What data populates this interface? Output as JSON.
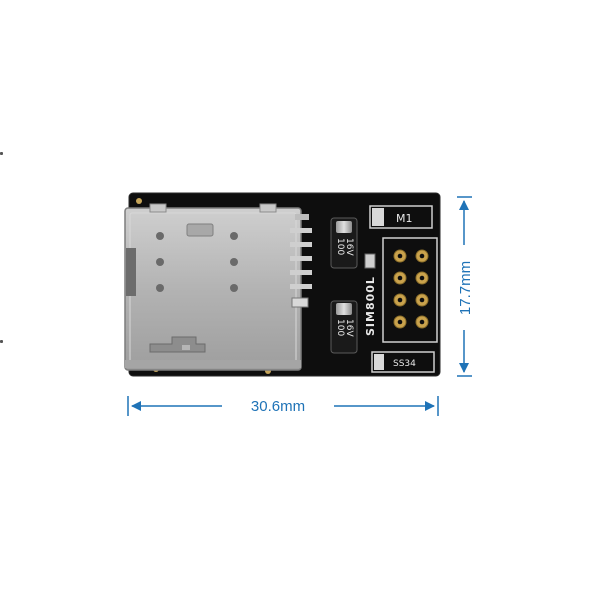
{
  "dimensions": {
    "width_label": "30.6mm",
    "height_label": "17.7mm"
  },
  "board": {
    "model_label": "SIM800L",
    "capacitor_top_value": "100",
    "capacitor_top_voltage": "16V",
    "capacitor_bottom_value": "100",
    "capacitor_bottom_voltage": "16V",
    "inductor_label": "M1",
    "diode_label": "SS34"
  },
  "colors": {
    "dimension_arrow": "#1f73b7",
    "pcb": "#0e0e0e",
    "sim_tray": "#b9b9b9"
  }
}
